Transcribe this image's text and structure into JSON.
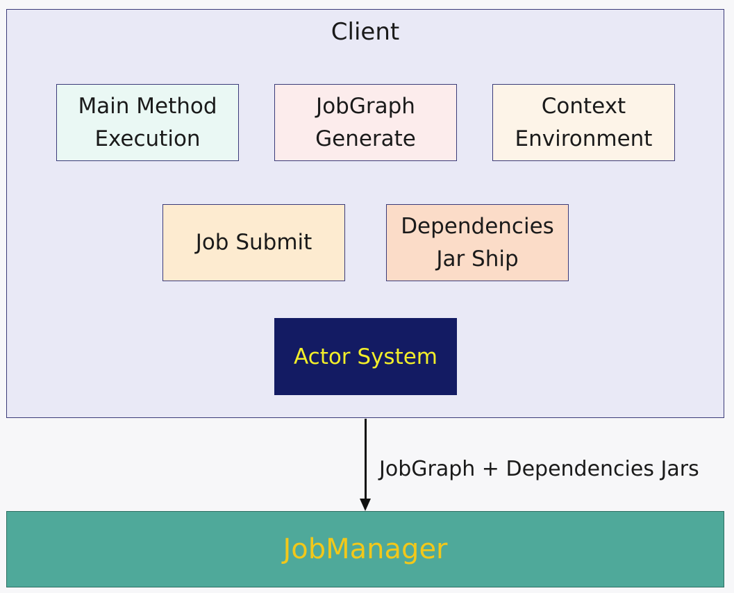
{
  "client": {
    "title": "Client",
    "components": [
      {
        "label": "Main Method\nExecution"
      },
      {
        "label": "JobGraph\nGenerate"
      },
      {
        "label": "Context\nEnvironment"
      },
      {
        "label": "Job Submit"
      },
      {
        "label": "Dependencies\nJar Ship"
      }
    ],
    "actor_system": "Actor System"
  },
  "arrow": {
    "label": "JobGraph + Dependencies Jars"
  },
  "jobmanager": {
    "label": "JobManager"
  },
  "colors": {
    "client_bg": "#e9e9f6",
    "actor_bg": "#131b63",
    "actor_text": "#f2ee2a",
    "jobmanager_bg": "#4fa99a",
    "jobmanager_text": "#f2c81a"
  }
}
